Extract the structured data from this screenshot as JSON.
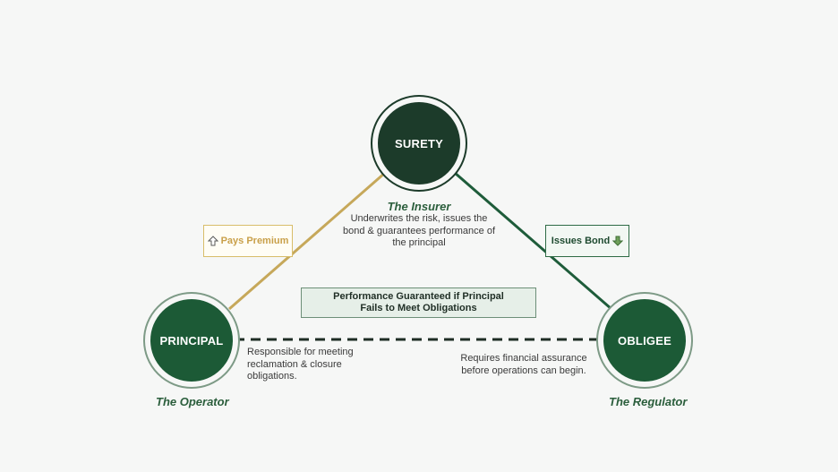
{
  "surety": {
    "title": "SURETY",
    "role": "The Insurer",
    "description": "Underwrites the risk, issues the bond & guarantees performance of the principal"
  },
  "principal": {
    "title": "PRINCIPAL",
    "role": "The Operator",
    "description": "Responsible for meeting reclamation & closure obligations."
  },
  "obligee": {
    "title": "OBLIGEE",
    "role": "The Regulator",
    "description": "Requires financial assurance before operations can begin."
  },
  "pays_premium": {
    "label": "Pays Premium",
    "icon": "arrow-up-icon"
  },
  "issues_bond": {
    "label": "Issues Bond",
    "icon": "arrow-down-icon"
  },
  "guarantee_note": {
    "line1": "Performance Guaranteed if Principal",
    "line2": "Fails to Meet Obligations"
  },
  "colors": {
    "dark_green": "#1c3b2a",
    "node_green": "#1c5a36",
    "gold": "#c6a85a",
    "line_green": "#1e5c3a",
    "dash": "#1f2e25",
    "background": "#f6f7f6"
  }
}
